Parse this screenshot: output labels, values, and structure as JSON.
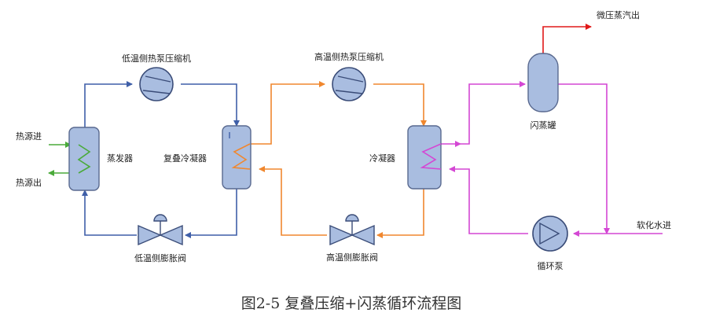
{
  "labels": {
    "low_compressor": "低温侧热泵压缩机",
    "high_compressor": "高温侧热泵压缩机",
    "steam_out": "微压蒸汽出",
    "heat_in": "热源进",
    "heat_out": "热源出",
    "evaporator": "蒸发器",
    "cascade_condenser": "复叠冷凝器",
    "condenser": "冷凝器",
    "flash_tank": "闪蒸罐",
    "soft_water_in": "软化水进",
    "low_valve": "低温侧膨胀阀",
    "high_valve": "高温侧膨胀阀",
    "pump": "循环泵"
  },
  "caption": "图2-5 复叠压缩+闪蒸循环流程图",
  "colors": {
    "low_loop": "#3f5fa8",
    "high_loop": "#f0872e",
    "flash_loop": "#d447d4",
    "steam": "#e01818",
    "heat_source": "#4aaa3a",
    "vessel_fill": "#a9bde0",
    "vessel_stroke": "#59698f"
  }
}
